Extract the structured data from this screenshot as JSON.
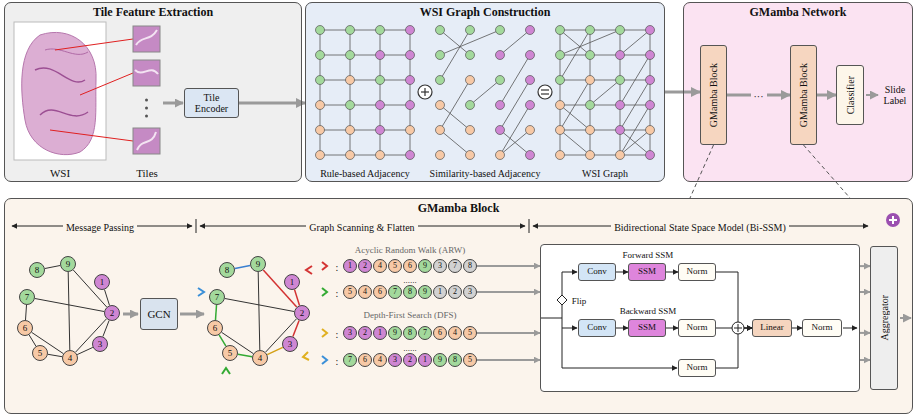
{
  "diagram": {
    "nodes": [
      {
        "text": [
          "Tile Feature Extraction"
        ]
      },
      {
        "text": [
          "Tile Encoder"
        ],
        "in": 0
      },
      {
        "text": [
          "WSI Graph Construction"
        ]
      },
      {
        "text": [
          "GMamba Network"
        ]
      },
      {
        "text": [
          "GMamba Block"
        ],
        "in": 3
      },
      {
        "text": [
          "GMamba Block"
        ],
        "in": 3
      },
      {
        "text": [
          "Classifier"
        ],
        "in": 3
      },
      {
        "text": [
          "GMamba Block"
        ]
      },
      {
        "text": [
          "GCN"
        ],
        "in": 7
      },
      {
        "text": [
          "Forward SSM",
          "Backward SSM"
        ],
        "in": 7
      },
      {
        "text": [
          "Conv"
        ],
        "in": 9
      },
      {
        "text": [
          "SSM"
        ],
        "in": 9
      },
      {
        "text": [
          "Norm"
        ],
        "in": 9
      },
      {
        "text": [
          "Conv"
        ],
        "in": 9
      },
      {
        "text": [
          "SSM"
        ],
        "in": 9
      },
      {
        "text": [
          "Norm"
        ],
        "in": 9
      },
      {
        "text": [
          "Norm"
        ],
        "in": 9
      },
      {
        "text": [
          "Linear"
        ],
        "in": 9
      },
      {
        "text": [
          "Norm"
        ],
        "in": 9
      },
      {
        "text": [
          "Aggregator"
        ],
        "in": 7
      },
      {
        "text": [
          "1"
        ],
        "in": 7
      },
      {
        "text": [
          "2"
        ],
        "in": 7
      },
      {
        "text": [
          "3"
        ],
        "in": 7
      },
      {
        "text": [
          "4"
        ],
        "in": 7
      },
      {
        "text": [
          "5"
        ],
        "in": 7
      },
      {
        "text": [
          "6"
        ],
        "in": 7
      },
      {
        "text": [
          "7"
        ],
        "in": 7
      },
      {
        "text": [
          "8"
        ],
        "in": 7
      },
      {
        "text": [
          "9"
        ],
        "in": 7
      },
      {
        "text": [
          "1"
        ],
        "in": 7
      },
      {
        "text": [
          "2"
        ],
        "in": 7
      },
      {
        "text": [
          "3"
        ],
        "in": 7
      },
      {
        "text": [
          "4"
        ],
        "in": 7
      },
      {
        "text": [
          "5"
        ],
        "in": 7
      },
      {
        "text": [
          "6"
        ],
        "in": 7
      },
      {
        "text": [
          "7"
        ],
        "in": 7
      },
      {
        "text": [
          "8"
        ],
        "in": 7
      },
      {
        "text": [
          "9"
        ],
        "in": 7
      },
      {
        "text": [
          "1"
        ],
        "in": 7
      },
      {
        "text": [
          "2"
        ],
        "in": 7
      },
      {
        "text": [
          "4"
        ],
        "in": 7
      },
      {
        "text": [
          "5"
        ],
        "in": 7
      },
      {
        "text": [
          "6"
        ],
        "in": 7
      },
      {
        "text": [
          "9"
        ],
        "in": 7
      },
      {
        "text": [
          "3"
        ],
        "in": 7
      },
      {
        "text": [
          "7"
        ],
        "in": 7
      },
      {
        "text": [
          "8"
        ],
        "in": 7
      },
      {
        "text": [
          "5"
        ],
        "in": 7
      },
      {
        "text": [
          "4"
        ],
        "in": 7
      },
      {
        "text": [
          "6"
        ],
        "in": 7
      },
      {
        "text": [
          "7"
        ],
        "in": 7
      },
      {
        "text": [
          "8"
        ],
        "in": 7
      },
      {
        "text": [
          "9"
        ],
        "in": 7
      },
      {
        "text": [
          "1"
        ],
        "in": 7
      },
      {
        "text": [
          "2"
        ],
        "in": 7
      },
      {
        "text": [
          "3"
        ],
        "in": 7
      },
      {
        "text": [
          "3"
        ],
        "in": 7
      },
      {
        "text": [
          "2"
        ],
        "in": 7
      },
      {
        "text": [
          "1"
        ],
        "in": 7
      },
      {
        "text": [
          "9"
        ],
        "in": 7
      },
      {
        "text": [
          "8"
        ],
        "in": 7
      },
      {
        "text": [
          "7"
        ],
        "in": 7
      },
      {
        "text": [
          "6"
        ],
        "in": 7
      },
      {
        "text": [
          "4"
        ],
        "in": 7
      },
      {
        "text": [
          "5"
        ],
        "in": 7
      },
      {
        "text": [
          "7"
        ],
        "in": 7
      },
      {
        "text": [
          "6"
        ],
        "in": 7
      },
      {
        "text": [
          "4"
        ],
        "in": 7
      },
      {
        "text": [
          "3"
        ],
        "in": 7
      },
      {
        "text": [
          "2"
        ],
        "in": 7
      },
      {
        "text": [
          "1"
        ],
        "in": 7
      },
      {
        "text": [
          "9"
        ],
        "in": 7
      },
      {
        "text": [
          "8"
        ],
        "in": 7
      },
      {
        "text": [
          "5"
        ],
        "in": 7
      }
    ],
    "edges": [
      {
        "from": 1,
        "to": 2,
        "arrow": "to"
      },
      {
        "from": 2,
        "to": 4,
        "arrow": "to"
      },
      {
        "from": 4,
        "to": 5,
        "label": "···",
        "arrow": "to"
      },
      {
        "from": 5,
        "to": 6,
        "arrow": "to"
      },
      {
        "from": 4,
        "to": 7,
        "arrow": "none"
      },
      {
        "from": 5,
        "to": 7,
        "arrow": "none"
      },
      {
        "from": 10,
        "to": 11,
        "arrow": "to"
      },
      {
        "from": 11,
        "to": 12,
        "arrow": "to"
      },
      {
        "from": 13,
        "to": 14,
        "arrow": "to"
      },
      {
        "from": 14,
        "to": 15,
        "arrow": "to"
      },
      {
        "from": 12,
        "to": 17,
        "arrow": "to"
      },
      {
        "from": 15,
        "to": 17,
        "arrow": "to"
      },
      {
        "from": 16,
        "to": 17,
        "arrow": "to"
      },
      {
        "from": 17,
        "to": 18,
        "arrow": "to"
      },
      {
        "from": 46,
        "to": 9,
        "arrow": "to"
      },
      {
        "from": 55,
        "to": 9,
        "arrow": "to"
      },
      {
        "from": 64,
        "to": 9,
        "arrow": "to"
      },
      {
        "from": 73,
        "to": 9,
        "arrow": "to"
      },
      {
        "from": 9,
        "to": 19,
        "arrow": "to"
      },
      {
        "from": 9,
        "to": 19,
        "arrow": "to"
      },
      {
        "from": 9,
        "to": 19,
        "arrow": "to"
      },
      {
        "from": 9,
        "to": 19,
        "arrow": "to"
      },
      {
        "from": 27,
        "to": 28,
        "arrow": "none"
      },
      {
        "from": 28,
        "to": 21,
        "arrow": "none"
      },
      {
        "from": 28,
        "to": 23,
        "arrow": "none"
      },
      {
        "from": 26,
        "to": 21,
        "arrow": "none"
      },
      {
        "from": 26,
        "to": 25,
        "arrow": "none"
      },
      {
        "from": 25,
        "to": 24,
        "arrow": "none"
      },
      {
        "from": 25,
        "to": 23,
        "arrow": "none"
      },
      {
        "from": 24,
        "to": 23,
        "arrow": "none"
      },
      {
        "from": 23,
        "to": 21,
        "arrow": "none"
      },
      {
        "from": 23,
        "to": 22,
        "arrow": "none"
      },
      {
        "from": 22,
        "to": 21,
        "arrow": "none"
      },
      {
        "from": 21,
        "to": 20,
        "arrow": "none"
      },
      {
        "from": 36,
        "to": 37,
        "arrow": "none"
      },
      {
        "from": 37,
        "to": 30,
        "arrow": "none"
      },
      {
        "from": 37,
        "to": 32,
        "arrow": "none"
      },
      {
        "from": 35,
        "to": 30,
        "arrow": "none"
      },
      {
        "from": 35,
        "to": 34,
        "arrow": "none"
      },
      {
        "from": 34,
        "to": 33,
        "arrow": "none"
      },
      {
        "from": 34,
        "to": 32,
        "arrow": "none"
      },
      {
        "from": 33,
        "to": 32,
        "arrow": "none"
      },
      {
        "from": 32,
        "to": 30,
        "arrow": "none"
      },
      {
        "from": 32,
        "to": 31,
        "arrow": "none"
      },
      {
        "from": 31,
        "to": 30,
        "arrow": "none"
      },
      {
        "from": 30,
        "to": 29,
        "arrow": "none"
      }
    ],
    "labels": [
      "WSI",
      "Tiles",
      "Rule-based Adjacency",
      "Similarity-based Adjacency",
      "WSI Graph",
      "Slide Label",
      "Message Passing",
      "Graph Scanning & Flatten",
      "Bidirectional State Space Model (Bi-SSM)",
      "Acyclic Random Walk (ARW)",
      "Depth-First Search (DFS)",
      "......",
      "......",
      ":",
      ":",
      ":",
      ":",
      "Flip"
    ]
  }
}
